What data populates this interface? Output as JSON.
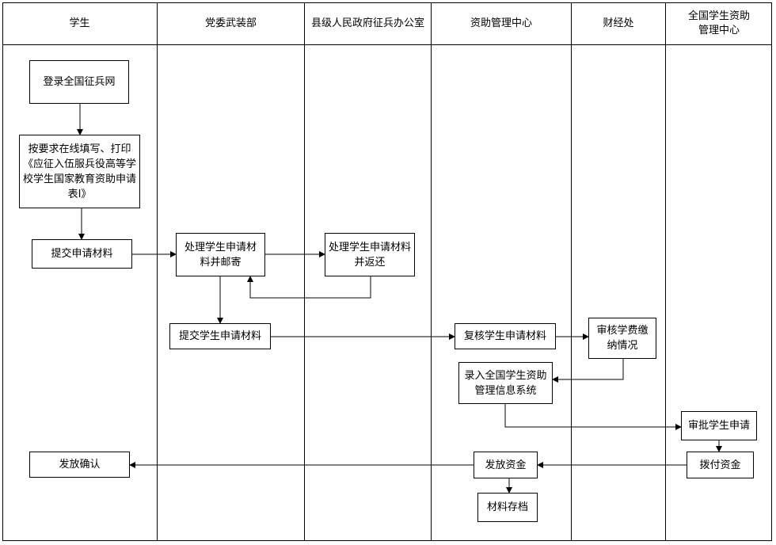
{
  "lanes": {
    "student": "学生",
    "party": "党委武装部",
    "county": "县级人民政府征兵办公室",
    "aid_center": "资助管理中心",
    "finance": "财经处",
    "national": "全国学生资助管理中心"
  },
  "nodes": {
    "login": "登录全国征兵网",
    "fill_form": "按要求在线填写、打印《应征入伍服兵役高等学校学生国家教育资助申请表Ⅰ》",
    "submit_materials": "提交申请材料",
    "process_mail": "处理学生申请材料并邮寄",
    "process_return": "处理学生申请材料并返还",
    "submit_student_materials": "提交学生申请材料",
    "review_materials": "复核学生申请材料",
    "check_fees": "审核学费缴纳情况",
    "enter_system": "录入全国学生资助管理信息系统",
    "approve": "审批学生申请",
    "allocate": "拨付资金",
    "distribute": "发放资金",
    "confirm": "发放确认",
    "archive": "材料存档"
  }
}
